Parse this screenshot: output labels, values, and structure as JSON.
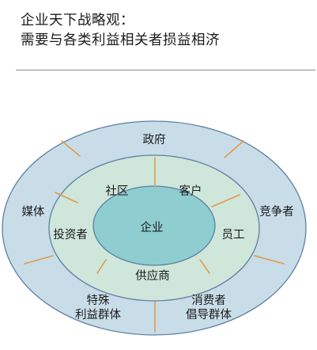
{
  "header": {
    "title_line1": "企业天下战略观：",
    "title_line2": "需要与各类利益相关者损益相济"
  },
  "diagram": {
    "center": "企业",
    "inner_ring": [
      "社区",
      "客户",
      "投资者",
      "员工",
      "供应商"
    ],
    "outer_ring": {
      "government": "政府",
      "media": "媒体",
      "competitor": "竞争者",
      "special_line1": "特殊",
      "special_line2": "利益群体",
      "consumer_line1": "消费者",
      "consumer_line2": "倡导群体"
    }
  },
  "colors": {
    "outer_fill": "#c9dde8",
    "middle_fill": "#cfe6db",
    "core_fill": "#8ecdd0",
    "stroke": "#5f7fa3",
    "spoke": "#e39a4a"
  }
}
